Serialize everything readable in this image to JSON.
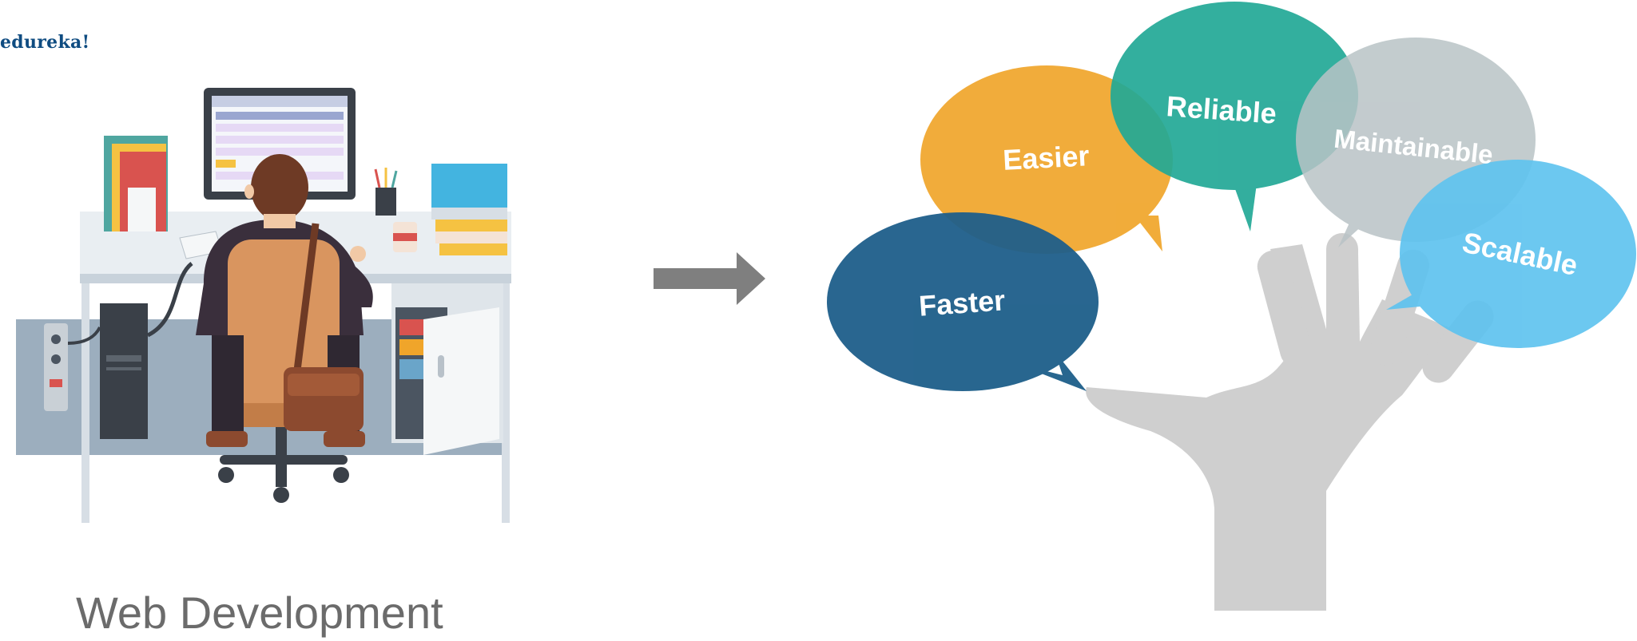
{
  "logo": "edureka!",
  "caption": "Web Development",
  "bubbles": {
    "easier": "Easier",
    "reliable": "Reliable",
    "maintainable": "Maintainable",
    "scalable": "Scalable",
    "faster": "Faster"
  },
  "colors": {
    "logo": "#0f4c81",
    "caption": "#6b6b6b",
    "arrow": "#7f7f7f",
    "hand": "#cfcfcf",
    "easier": "#f0a52a",
    "reliable": "#22a896",
    "maintainable": "#b9c3c6",
    "scalable": "#5fc3ef",
    "faster": "#1d5e8a"
  },
  "icons": {
    "developer": "developer-at-desk-illustration",
    "arrow": "right-arrow-icon",
    "hand": "hand-icon"
  }
}
